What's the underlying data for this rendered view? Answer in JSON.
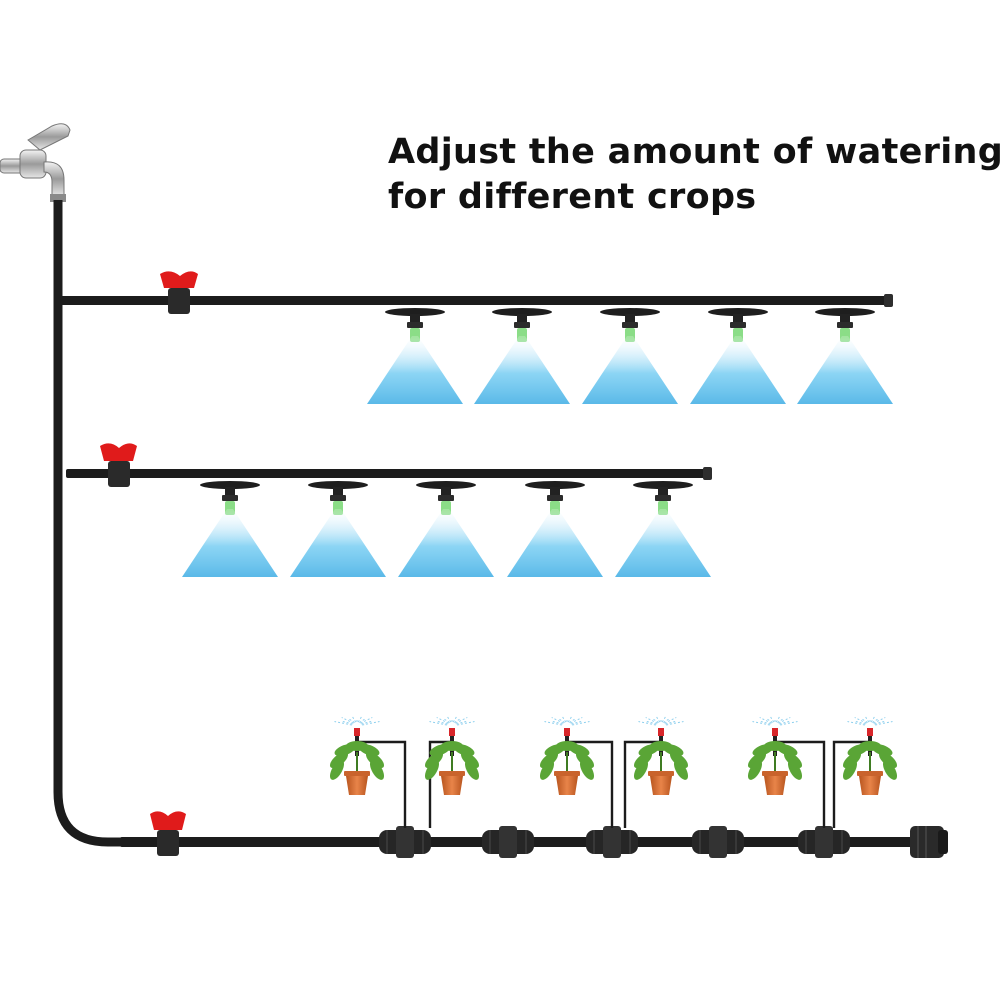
{
  "headline": {
    "line1": "Adjust the amount of watering",
    "line2": "for different crops"
  },
  "colors": {
    "pipe": "#1c1c1c",
    "valve_handle": "#e01b1b",
    "mist": "#6fc6ef",
    "nozzle_tip": "#7ed97a",
    "pot": "#d9733a",
    "leaf": "#5aa536"
  },
  "icons": {
    "faucet": "faucet-icon",
    "valve": "ball-valve-icon",
    "nozzle": "mist-nozzle-icon",
    "plant": "potted-plant-icon",
    "dripper": "drip-stake-icon",
    "end_cap": "end-cap-icon"
  },
  "branches": [
    {
      "name": "upper-mist-line",
      "sprayers": 5
    },
    {
      "name": "middle-mist-line",
      "sprayers": 5
    },
    {
      "name": "drip-line",
      "plants": 6
    }
  ]
}
